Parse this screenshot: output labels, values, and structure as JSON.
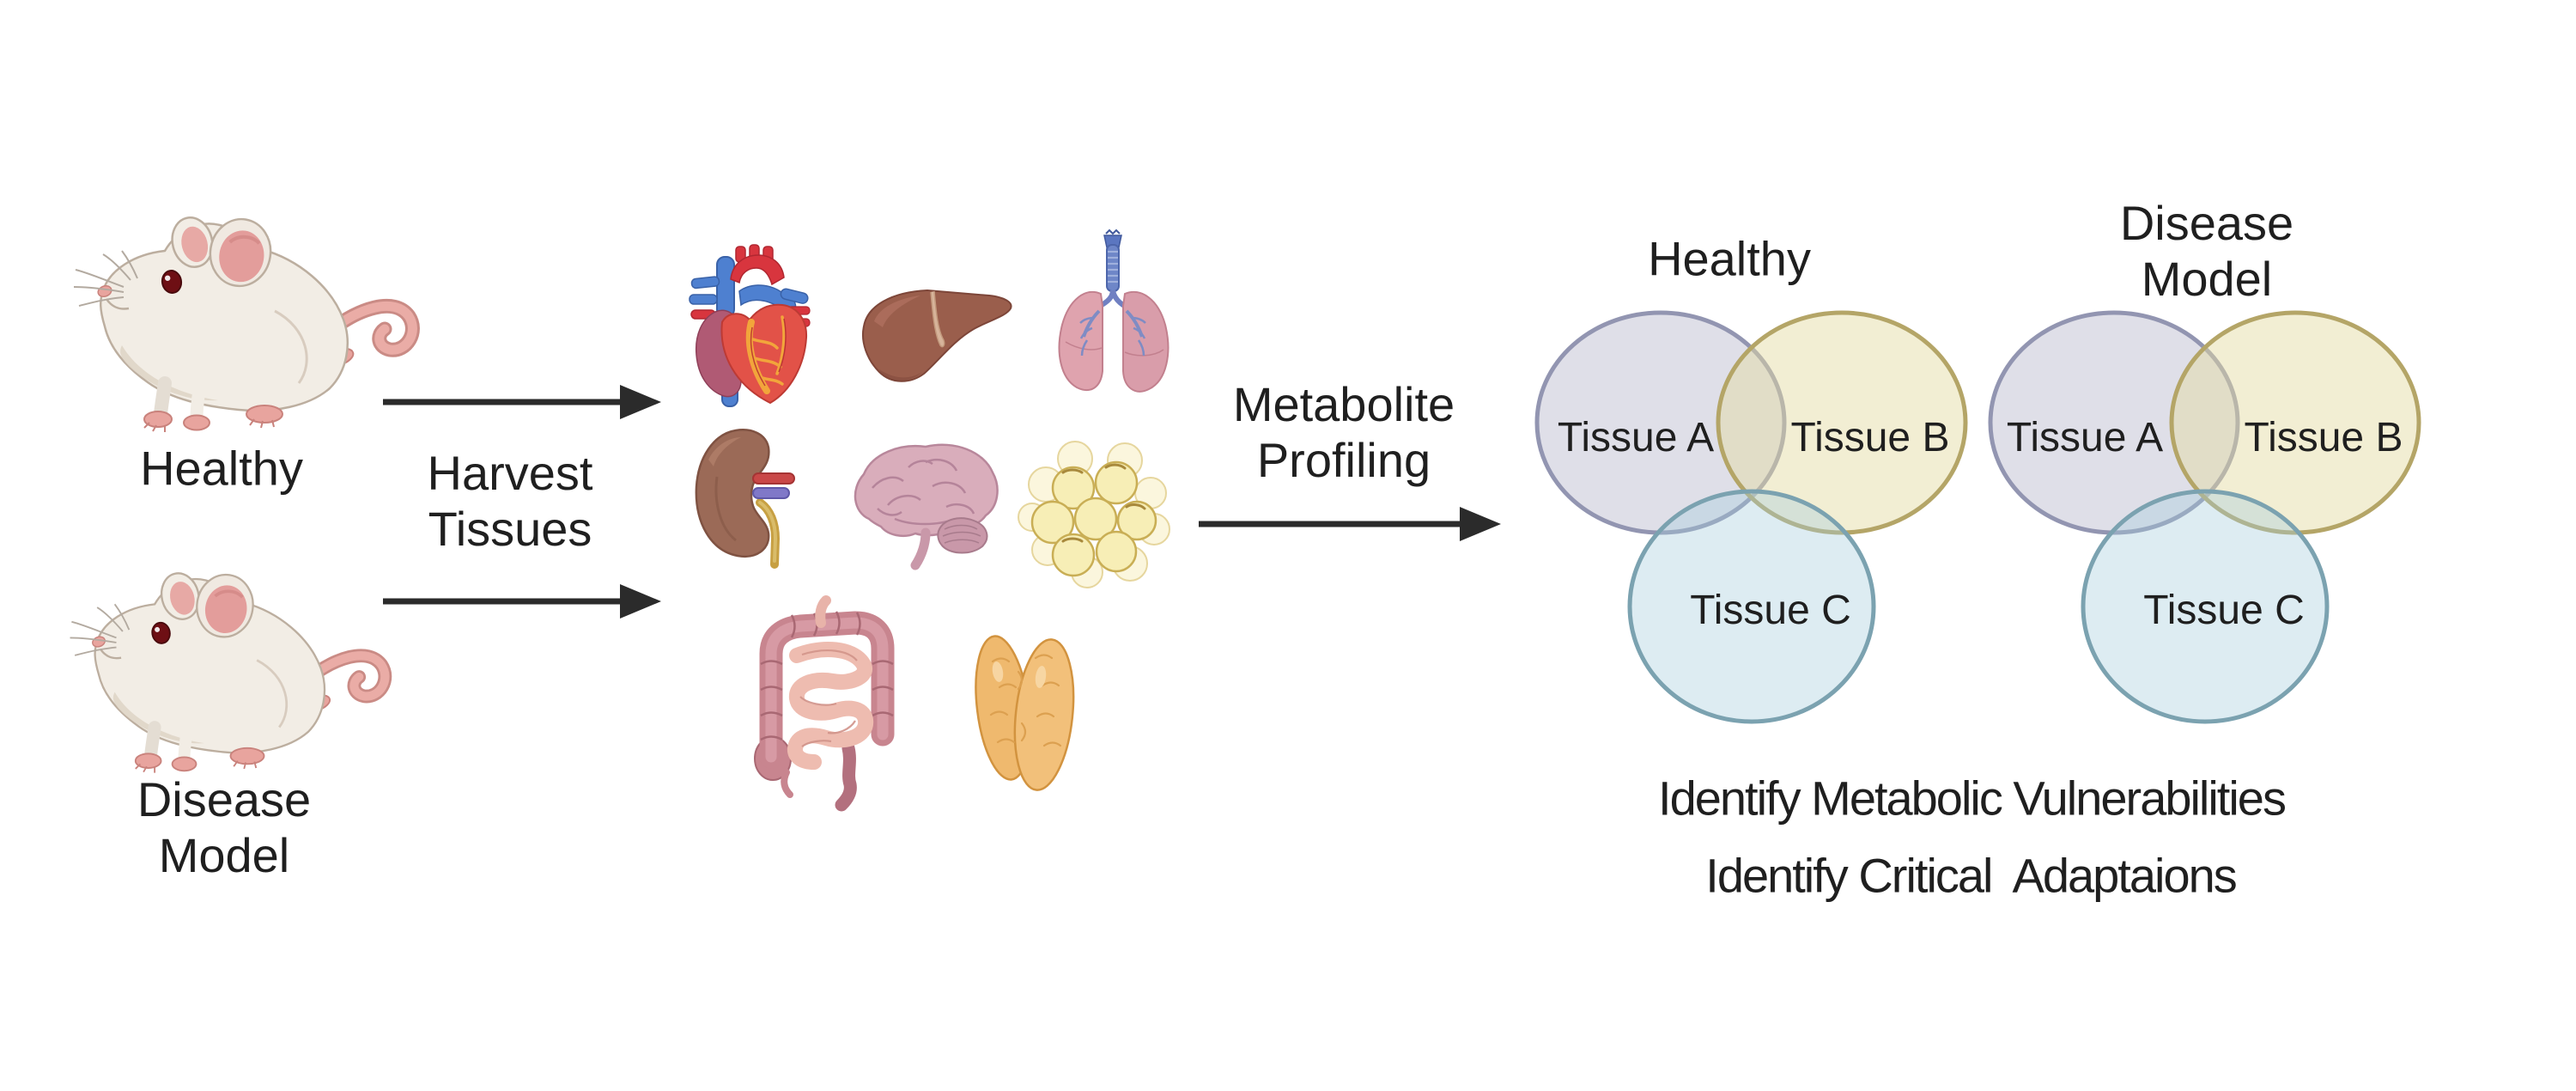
{
  "figure": {
    "background": "#ffffff",
    "text_color": "#1f1f1f",
    "arrow_color": "#2b2b2b"
  },
  "mice": {
    "healthy": {
      "label": "Healthy"
    },
    "disease": {
      "label": "Disease\nModel"
    }
  },
  "steps": {
    "harvest": {
      "label": "Harvest\nTissues"
    },
    "profiling": {
      "label": "Metabolite\nProfiling"
    }
  },
  "organs": {
    "icons": [
      "heart-icon",
      "liver-icon",
      "lungs-icon",
      "kidney-icon",
      "brain-icon",
      "adipose-tissue-icon",
      "intestines-icon",
      "thymus-icon"
    ]
  },
  "venn_diagrams": [
    {
      "title": "Healthy",
      "circles": [
        {
          "label": "Tissue A",
          "fill": "#e2e3ef",
          "stroke": "#9295b1"
        },
        {
          "label": "Tissue B",
          "fill": "#f4f0d8",
          "stroke": "#b4a567"
        },
        {
          "label": "Tissue C",
          "fill": "#e4f0f6",
          "stroke": "#7ba2b0"
        }
      ]
    },
    {
      "title": "Disease\nModel",
      "circles": [
        {
          "label": "Tissue A",
          "fill": "#e2e3ef",
          "stroke": "#9295b1"
        },
        {
          "label": "Tissue B",
          "fill": "#f4f0d8",
          "stroke": "#b4a567"
        },
        {
          "label": "Tissue C",
          "fill": "#e4f0f6",
          "stroke": "#7ba2b0"
        }
      ]
    }
  ],
  "conclusions": {
    "line1": "Identify Metabolic Vulnerabilities",
    "line2": "Identify Critical  Adaptaions"
  },
  "palette": {
    "mouse_body": "#f2ede5",
    "mouse_pink": "#e8a49e",
    "heart_red": "#e25248",
    "vessel_blue": "#4e80d0",
    "liver_brown": "#9a5e4c",
    "lung_pink": "#dfa3ae",
    "kidney_brown": "#9b6a57",
    "brain_pink": "#d9adbb",
    "adipose_yellow": "#f7eeb6",
    "intestine_pink": "#c8858f",
    "thymus_orange": "#efb96e"
  }
}
